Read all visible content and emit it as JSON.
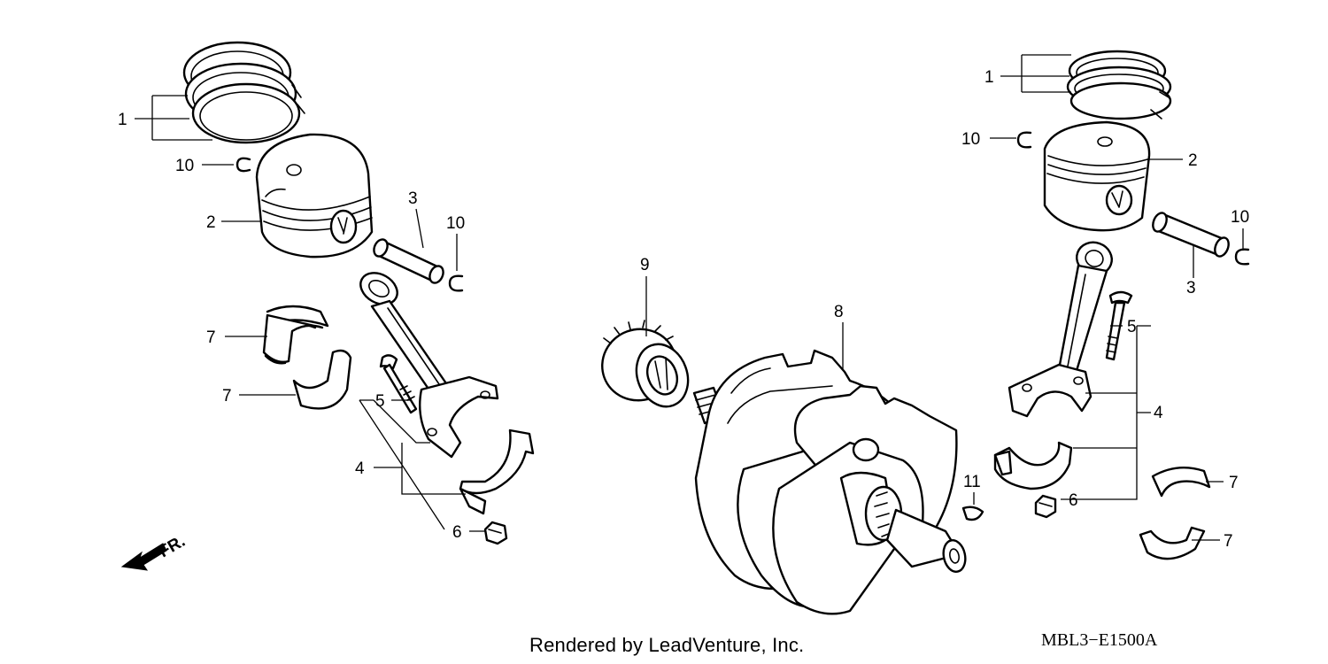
{
  "labels": {
    "l1a": "1",
    "l10a": "10",
    "l2a": "2",
    "l3a": "3",
    "l10b": "10",
    "l7a": "7",
    "l7b": "7",
    "l5a": "5",
    "l4a": "4",
    "l6a": "6",
    "l9": "9",
    "l8": "8",
    "l11": "11",
    "l1b": "1",
    "l10c": "10",
    "l2b": "2",
    "l10d": "10",
    "l3b": "3",
    "l5b": "5",
    "l4b": "4",
    "l6b": "6",
    "l7c": "7",
    "l7d": "7"
  },
  "direction_marker": "FR.",
  "footer": {
    "credit": "Rendered by LeadVenture, Inc.",
    "diagram_code": "MBL3−E1500A"
  }
}
